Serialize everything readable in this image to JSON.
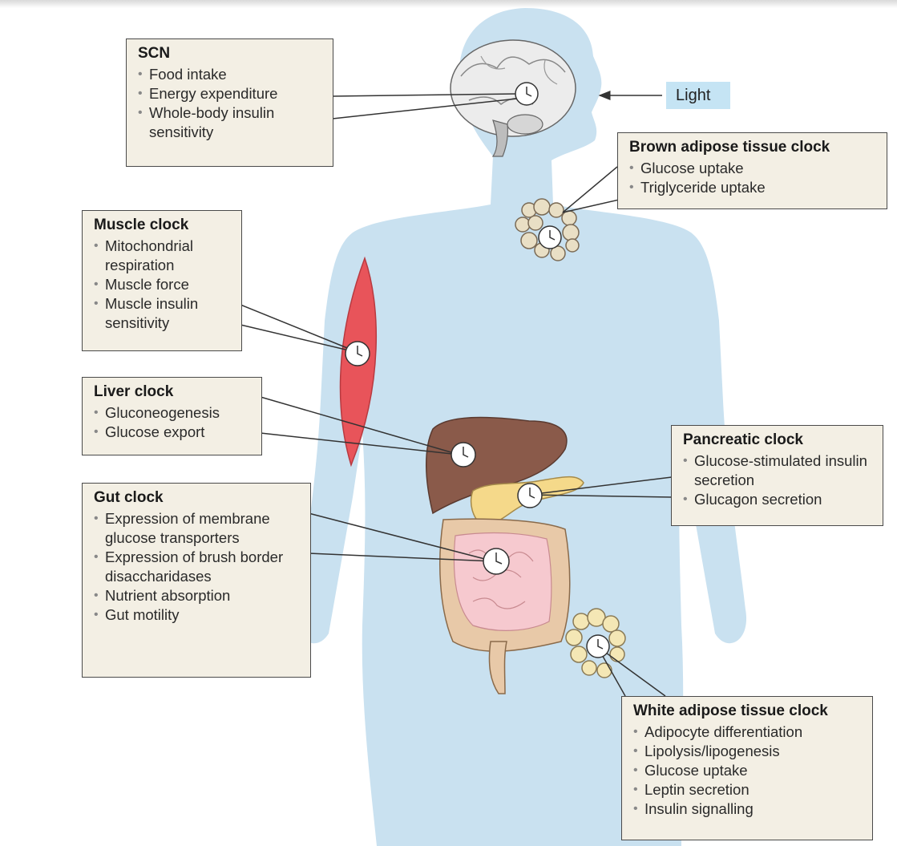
{
  "light_label": "Light",
  "boxes": {
    "scn": {
      "title": "SCN",
      "items": [
        "Food intake",
        "Energy expenditure",
        "Whole-body insulin sensitivity"
      ]
    },
    "brown_adipose": {
      "title": "Brown adipose tissue clock",
      "items": [
        "Glucose uptake",
        "Triglyceride uptake"
      ]
    },
    "muscle": {
      "title": "Muscle clock",
      "items": [
        "Mitochondrial respiration",
        "Muscle force",
        "Muscle insulin sensitivity"
      ]
    },
    "liver": {
      "title": "Liver clock",
      "items": [
        "Gluconeogenesis",
        "Glucose export"
      ]
    },
    "pancreatic": {
      "title": "Pancreatic clock",
      "items": [
        "Glucose-stimulated insulin secretion",
        "Glucagon secretion"
      ]
    },
    "gut": {
      "title": "Gut clock",
      "items": [
        "Expression of membrane glucose transporters",
        "Expression of brush border disaccharidases",
        "Nutrient absorption",
        "Gut motility"
      ]
    },
    "white_adipose": {
      "title": "White adipose tissue clock",
      "items": [
        "Adipocyte differentiation",
        "Lipolysis/lipogenesis",
        "Glucose uptake",
        "Leptin secretion",
        "Insulin signalling"
      ]
    }
  },
  "colors": {
    "body": "#c9e1f0",
    "box_fill": "#f3efe4",
    "liver": "#8a5a4a",
    "pancreas": "#f5d98a",
    "intestine": "#e8c9a8",
    "gut": "#f6c9cf",
    "muscle": "#e8545a",
    "brown_fat": "#e9dfc5",
    "white_fat": "#f4e7b5"
  }
}
